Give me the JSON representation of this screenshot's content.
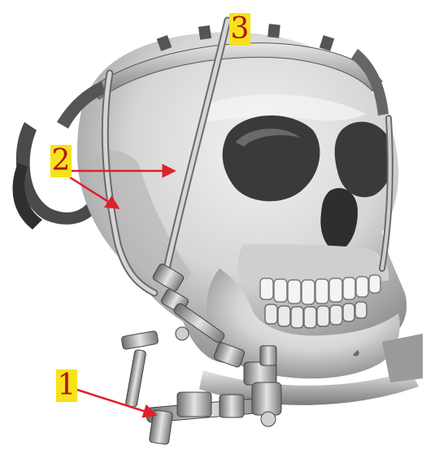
{
  "figure": {
    "callouts": [
      {
        "id": "1",
        "label": "1"
      },
      {
        "id": "2",
        "label": "2"
      },
      {
        "id": "3",
        "label": "3"
      }
    ],
    "colors": {
      "label_fill": "#f7e21a",
      "label_text": "#b0141b",
      "arrow": "#e0202a",
      "bone": "#d9d9d9",
      "bone_shadow": "#8c8c8c",
      "metal": "#b4b4b4",
      "metal_dark": "#5e5e5e"
    }
  }
}
